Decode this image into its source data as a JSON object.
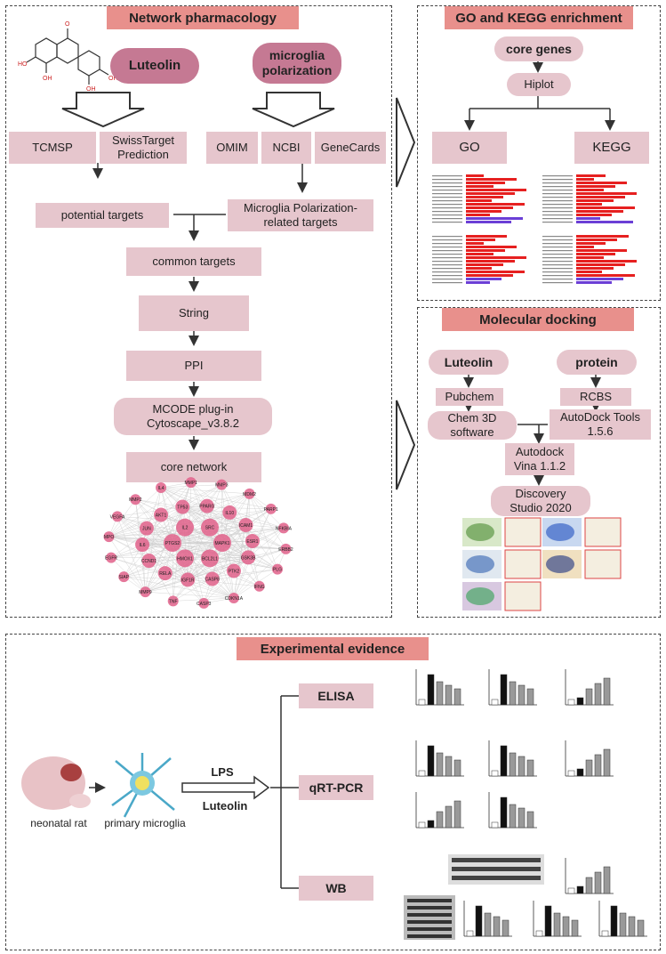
{
  "network": {
    "title": "Network pharmacology",
    "luteolin": "Luteolin",
    "microglia": "microglia\npolarization",
    "tcmsp": "TCMSP",
    "swiss": "SwissTarget\nPrediction",
    "omim": "OMIM",
    "ncbi": "NCBI",
    "genecards": "GeneCards",
    "potential": "potential targets",
    "mp_targets": "Microglia Polarization-\nrelated targets",
    "common": "common targets",
    "string": "String",
    "ppi": "PPI",
    "mcode": "MCODE plug-in\nCytoscape_v3.8.2",
    "core_network": "core network",
    "genes": [
      "MAPK1",
      "BCL2L1",
      "HMOX1",
      "PTGS2",
      "IL2",
      "SRC",
      "GSK3B",
      "PTK2",
      "CASP8",
      "IGF1R",
      "RELA",
      "CCND1",
      "IL6",
      "JUN",
      "AKT1",
      "TP53",
      "PPARG",
      "IL10",
      "ICAM1",
      "ESR1",
      "IFNG",
      "CDKN1A",
      "CASP3",
      "TNF",
      "MMP9",
      "SIAP",
      "EGFR",
      "MPO",
      "VEGFA",
      "MMP2",
      "IL4",
      "MMP1",
      "MMP3",
      "MDM2",
      "PARP1",
      "NFKBIA",
      "ERBB2",
      "PLG"
    ]
  },
  "go": {
    "title": "GO and KEGG enrichment",
    "core_genes": "core genes",
    "hiplot": "Hiplot",
    "go": "GO",
    "kegg": "KEGG"
  },
  "docking": {
    "title": "Molecular docking",
    "luteolin": "Luteolin",
    "protein": "protein",
    "pubchem": "Pubchem",
    "rcbs": "RCBS",
    "chem3d": "Chem 3D\nsoftware",
    "autodock_tools": "AutoDock Tools\n1.5.6",
    "vina": "Autodock\nVina 1.1.2",
    "discovery": "Discovery\nStudio 2020"
  },
  "experimental": {
    "title": "Experimental evidence",
    "elisa": "ELISA",
    "qrt": "qRT-PCR",
    "wb": "WB",
    "lps": "LPS",
    "luteolin": "Luteolin",
    "rat": "neonatal rat",
    "microglia": "primary microglia"
  },
  "colors": {
    "header": "#e8908c",
    "box": "#e6c6cd",
    "dark_pill": "#c57993",
    "node": "#e0608a"
  }
}
